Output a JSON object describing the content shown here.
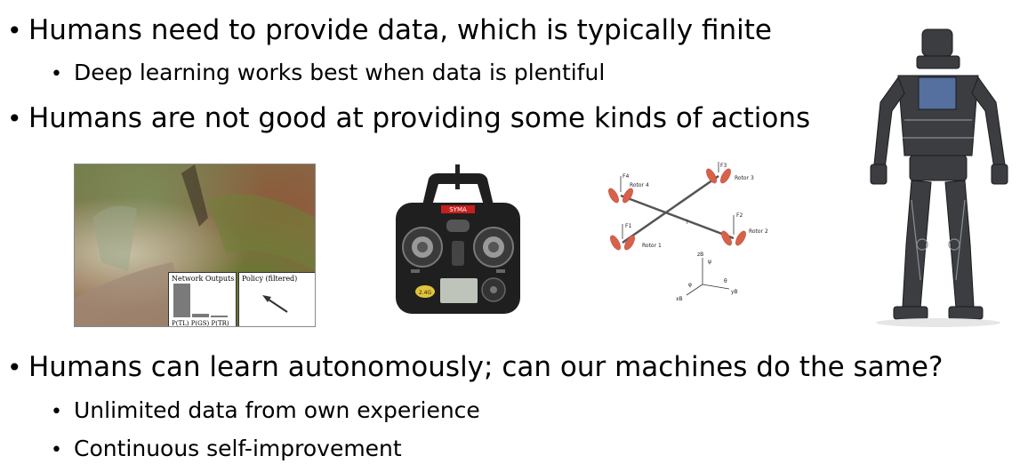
{
  "bullets": [
    {
      "text": "Humans need to provide data, which is typically finite"
    },
    {
      "text": "Deep learning works best when data is plentiful"
    },
    {
      "text": "Humans are not good at providing some kinds of actions"
    },
    {
      "text": "Humans can learn autonomously; can our machines do the same?"
    },
    {
      "text": "Unlimited data from own experience"
    },
    {
      "text": "Continuous self-improvement"
    }
  ],
  "bullet_glyph": "•",
  "network_outputs": {
    "title": "Network Outputs",
    "axis_label": "P(TL) P(GS) P(TR)",
    "values": [
      0.85,
      0.1,
      0.05
    ]
  },
  "policy": {
    "title": "Policy (filtered)"
  },
  "remote": {
    "brand": "SYMA",
    "band": "2.4G"
  },
  "quadrotor": {
    "rotor_labels": [
      "Rotor 4",
      "Rotor 3",
      "Rotor 2",
      "Rotor 1"
    ],
    "force_labels": [
      "F4",
      "F3",
      "F2",
      "F1"
    ],
    "length_label": "l",
    "axis_labels": [
      "zB",
      "xB",
      "yB"
    ],
    "angle_labels": [
      "ψ",
      "θ",
      "φ"
    ]
  },
  "colors": {
    "text": "#000000",
    "propeller": "#d9604a",
    "remote_body": "#1f1f1f",
    "remote_accent": "#c81e1e"
  }
}
